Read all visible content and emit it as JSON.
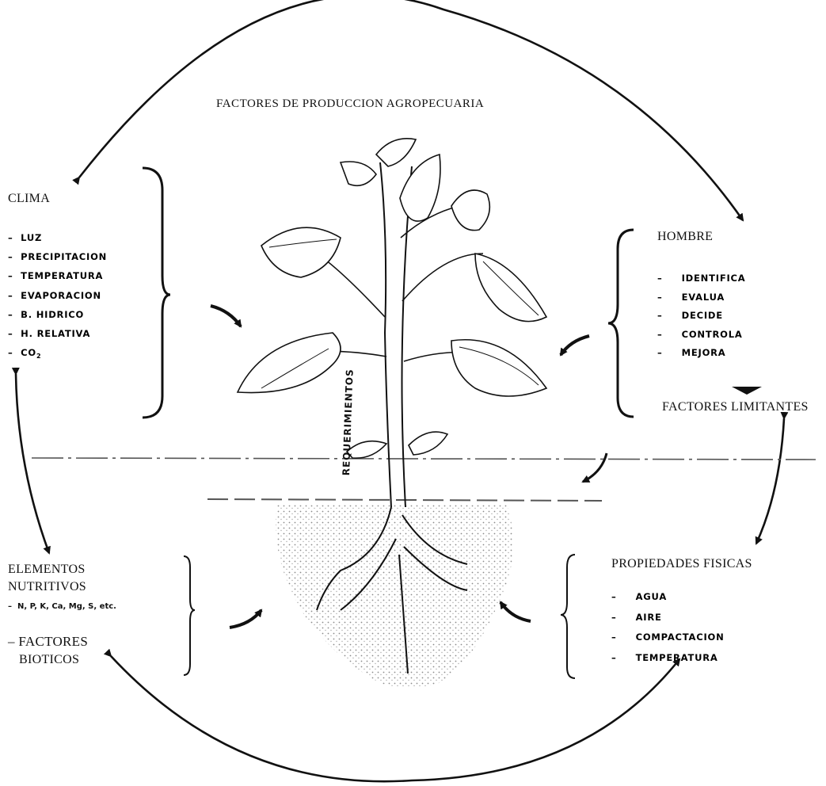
{
  "title": "FACTORES DE PRODUCCION AGROPECUARIA",
  "clima": {
    "heading": "CLIMA",
    "items": [
      "LUZ",
      "PRECIPITACION",
      "TEMPERATURA",
      "EVAPORACION",
      "B. HIDRICO",
      "H. RELATIVA"
    ],
    "co2": "CO",
    "co2_sub": "2"
  },
  "hombre": {
    "heading": "HOMBRE",
    "items": [
      "IDENTIFICA",
      "EVALUA",
      "DECIDE",
      "CONTROLA",
      "MEJORA"
    ]
  },
  "factores_limitantes": "FACTORES LIMITANTES",
  "elementos": {
    "heading_line1": "ELEMENTOS",
    "heading_line2": "NUTRITIVOS",
    "item": "N, P, K, Ca, Mg, S, etc."
  },
  "bioticos": {
    "line1": "FACTORES",
    "line2": "BIOTICOS"
  },
  "propiedades": {
    "heading": "PROPIEDADES FISICAS",
    "items": [
      "AGUA",
      "AIRE",
      "COMPACTACION",
      "TEMPERATURA"
    ]
  },
  "stem_label": "REQUERIMIENTOS",
  "dash": "–",
  "colors": {
    "ink": "#111111",
    "soil": "#9a9a9a",
    "background": "#ffffff"
  }
}
